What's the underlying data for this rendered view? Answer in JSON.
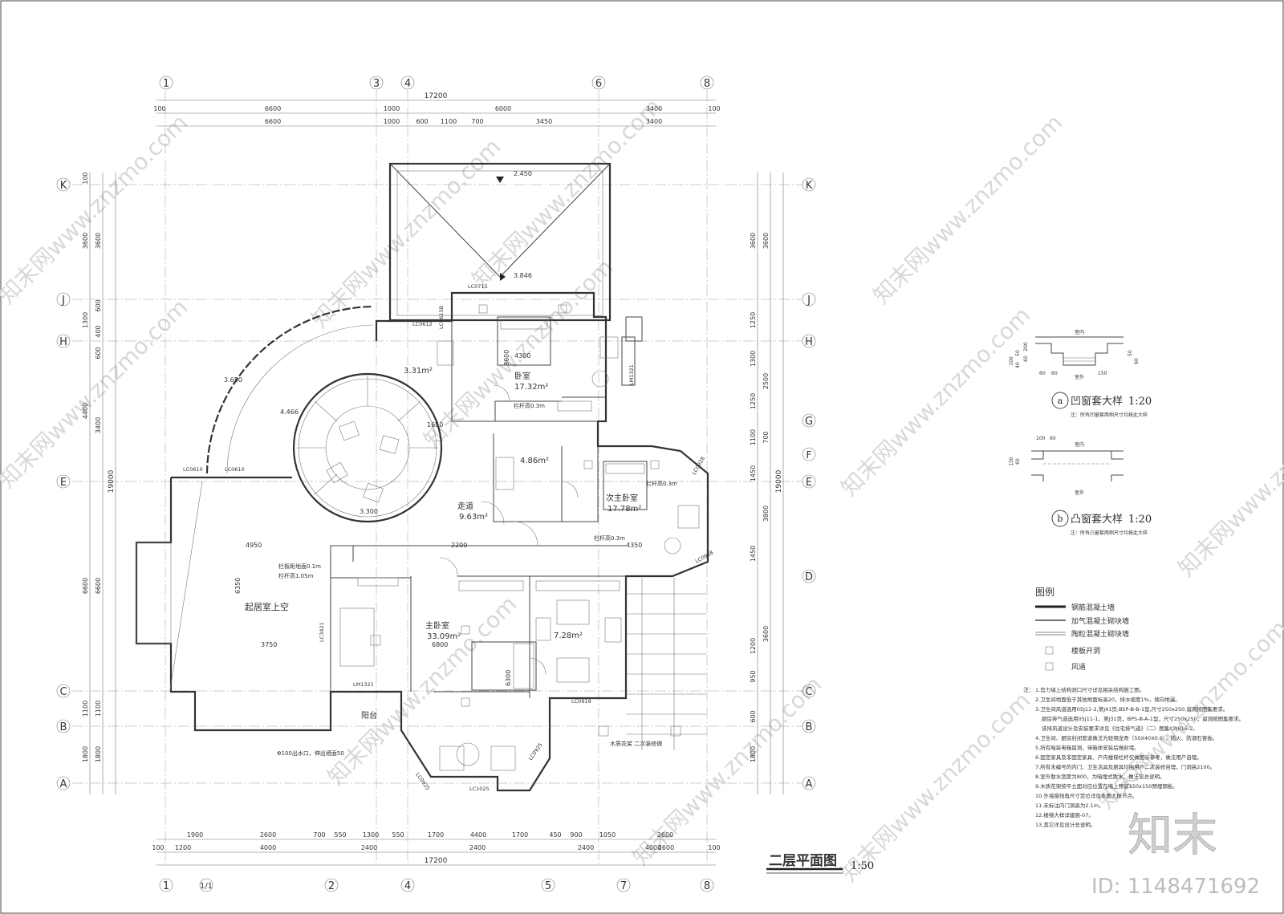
{
  "drawing": {
    "title": "二层平面图",
    "scale": "1:50",
    "brand_mark": "知末",
    "id_label": "ID: 1148471692",
    "watermark": "知末网www.znzmo.com"
  },
  "grid_axes": {
    "top": [
      "1",
      "3",
      "4",
      "6",
      "8"
    ],
    "bottom": [
      "1",
      "1/1",
      "2",
      "4",
      "5",
      "7",
      "8"
    ],
    "left": [
      "K",
      "J",
      "H",
      "E",
      "C",
      "B",
      "A"
    ],
    "right": [
      "K",
      "J",
      "H",
      "G",
      "F",
      "E",
      "D",
      "C",
      "B",
      "A"
    ]
  },
  "dimensions": {
    "top_total": "17200",
    "top_row1": [
      "100",
      "6600",
      "1000",
      "6000",
      "3400",
      "100"
    ],
    "top_row2": [
      "6600",
      "1000",
      "600",
      "1100",
      "700",
      "3450",
      "3400"
    ],
    "bottom_total": "17200",
    "bottom_row1": [
      "1900",
      "2600",
      "700",
      "550",
      "1300",
      "550",
      "1700",
      "4400",
      "1700",
      "450",
      "900",
      "1050",
      "2600"
    ],
    "bottom_row2": [
      "100",
      "1200",
      "4000",
      "2400",
      "2400",
      "2400",
      "4000",
      "2600",
      "100"
    ],
    "left_total": "19000",
    "left_row": [
      "100",
      "3600",
      "1300",
      "600",
      "400",
      "600",
      "4400",
      "3400",
      "6600",
      "1100",
      "1100",
      "1800",
      "1800"
    ],
    "right_total": "19000",
    "right_row": [
      "3600",
      "1250",
      "1300",
      "2500",
      "1250",
      "1100",
      "700",
      "1450",
      "3800",
      "1450",
      "3600",
      "1200",
      "950",
      "600",
      "1800"
    ]
  },
  "rooms": [
    {
      "name": "卧室",
      "area": "17.32m²"
    },
    {
      "name": "次主卧室",
      "area": "17.78m²"
    },
    {
      "name": "走道",
      "area": "9.63m²"
    },
    {
      "name": "主卧室",
      "area": "33.09m²"
    },
    {
      "name": "起居室上空",
      "area": ""
    },
    {
      "name": "阳台",
      "area": ""
    },
    {
      "name": "",
      "area": "3.31m²"
    },
    {
      "name": "",
      "area": "4.86m²"
    },
    {
      "name": "",
      "area": "7.28m²"
    }
  ],
  "annotations": {
    "roof_elev_top": "2.450",
    "roof_elev_bottom": "3.846",
    "stair_elev_1": "3.650",
    "stair_elev_2": "4.466",
    "stair_elev_3": "3.300",
    "window_tags": [
      "LC0715",
      "LC0615B",
      "LC0612",
      "LC0610",
      "LC0610",
      "LM1321",
      "LC0928",
      "LC0928",
      "LC3421",
      "LM1321",
      "LC0918",
      "LC0925",
      "LC1025",
      "LC0925"
    ],
    "railing": [
      "栏杆高0.3m",
      "栏杆高0.3m",
      "栏杆高0.3m",
      "栏板距地面0.1m",
      "栏杆高1.05m"
    ],
    "drain": "Φ100出水口，伸出墙面50",
    "planter": "木质花架  二次装修做",
    "room_dims": [
      "4300",
      "3600",
      "6800",
      "6300",
      "4950",
      "3750",
      "6350",
      "4350",
      "1650",
      "2200"
    ]
  },
  "details": {
    "a_title": "凹窗套大样",
    "a_scale": "1:20",
    "a_note": "注：所有凹窗套两侧尺寸均按此大样",
    "a_labels": [
      "室内",
      "室外"
    ],
    "a_dims": [
      "200",
      "60",
      "50",
      "40",
      "100",
      "60",
      "60",
      "50",
      "60",
      "150"
    ],
    "b_title": "凸窗套大样",
    "b_scale": "1:20",
    "b_note": "注：所有凸窗套两侧尺寸均按此大样",
    "b_labels": [
      "室内",
      "室外"
    ],
    "b_dims": [
      "100",
      "60",
      "60",
      "150"
    ]
  },
  "legend": {
    "title": "图例",
    "items": [
      "钢筋混凝土墙",
      "加气混凝土砌块墙",
      "陶粒混凝土砌块墙",
      "楼板开洞",
      "风道"
    ]
  },
  "notes": {
    "prefix": "注：",
    "lines": [
      "1.剪力墙上结构洞口尺寸详见相关结构施工图。",
      "2.卫生间地面低于其他地面标高20，排水坡度1%，坡向地漏。",
      "3.卫生间风道选用05J11-2,第J41页,BSP-Ⅲ-B-1型,尺寸250x250,留洞按图集要求。",
      "厨房排气道选用05J11-1，第J31页，BPS-Ⅲ-A-1型，尺寸250x250，留洞按图集要求。",
      "该排风道设计及安装要求详见《住宅排气道》（二）图集02J916-2。",
      "4.卫生间、厨房封闭管道做法为轻钢龙骨（50X40X0.6），防火、防潮石膏板。",
      "5.所有暗装电箱留洞，待箱体安装后做封堵。",
      "6.固定家具及非固定家具、户内楼梯栏杆仅做图示参考，做法用户自理。",
      "7.所有未编号的内门、卫生洁具及厨具均由用户二次装修自理，门洞高2100。",
      "8.室外散水宽度为800，为暗埋式散水，做法见总说明。",
      "9.木质花架按平立面对应位置在墙上预留150x150预埋钢板。",
      "10.外墙窗线角尺寸定位详见本图大样节点。",
      "11.未标注内门洞高为2.1m。",
      "12.楼梯大样详建施-07。",
      "13.其它详见设计总说明。"
    ]
  }
}
